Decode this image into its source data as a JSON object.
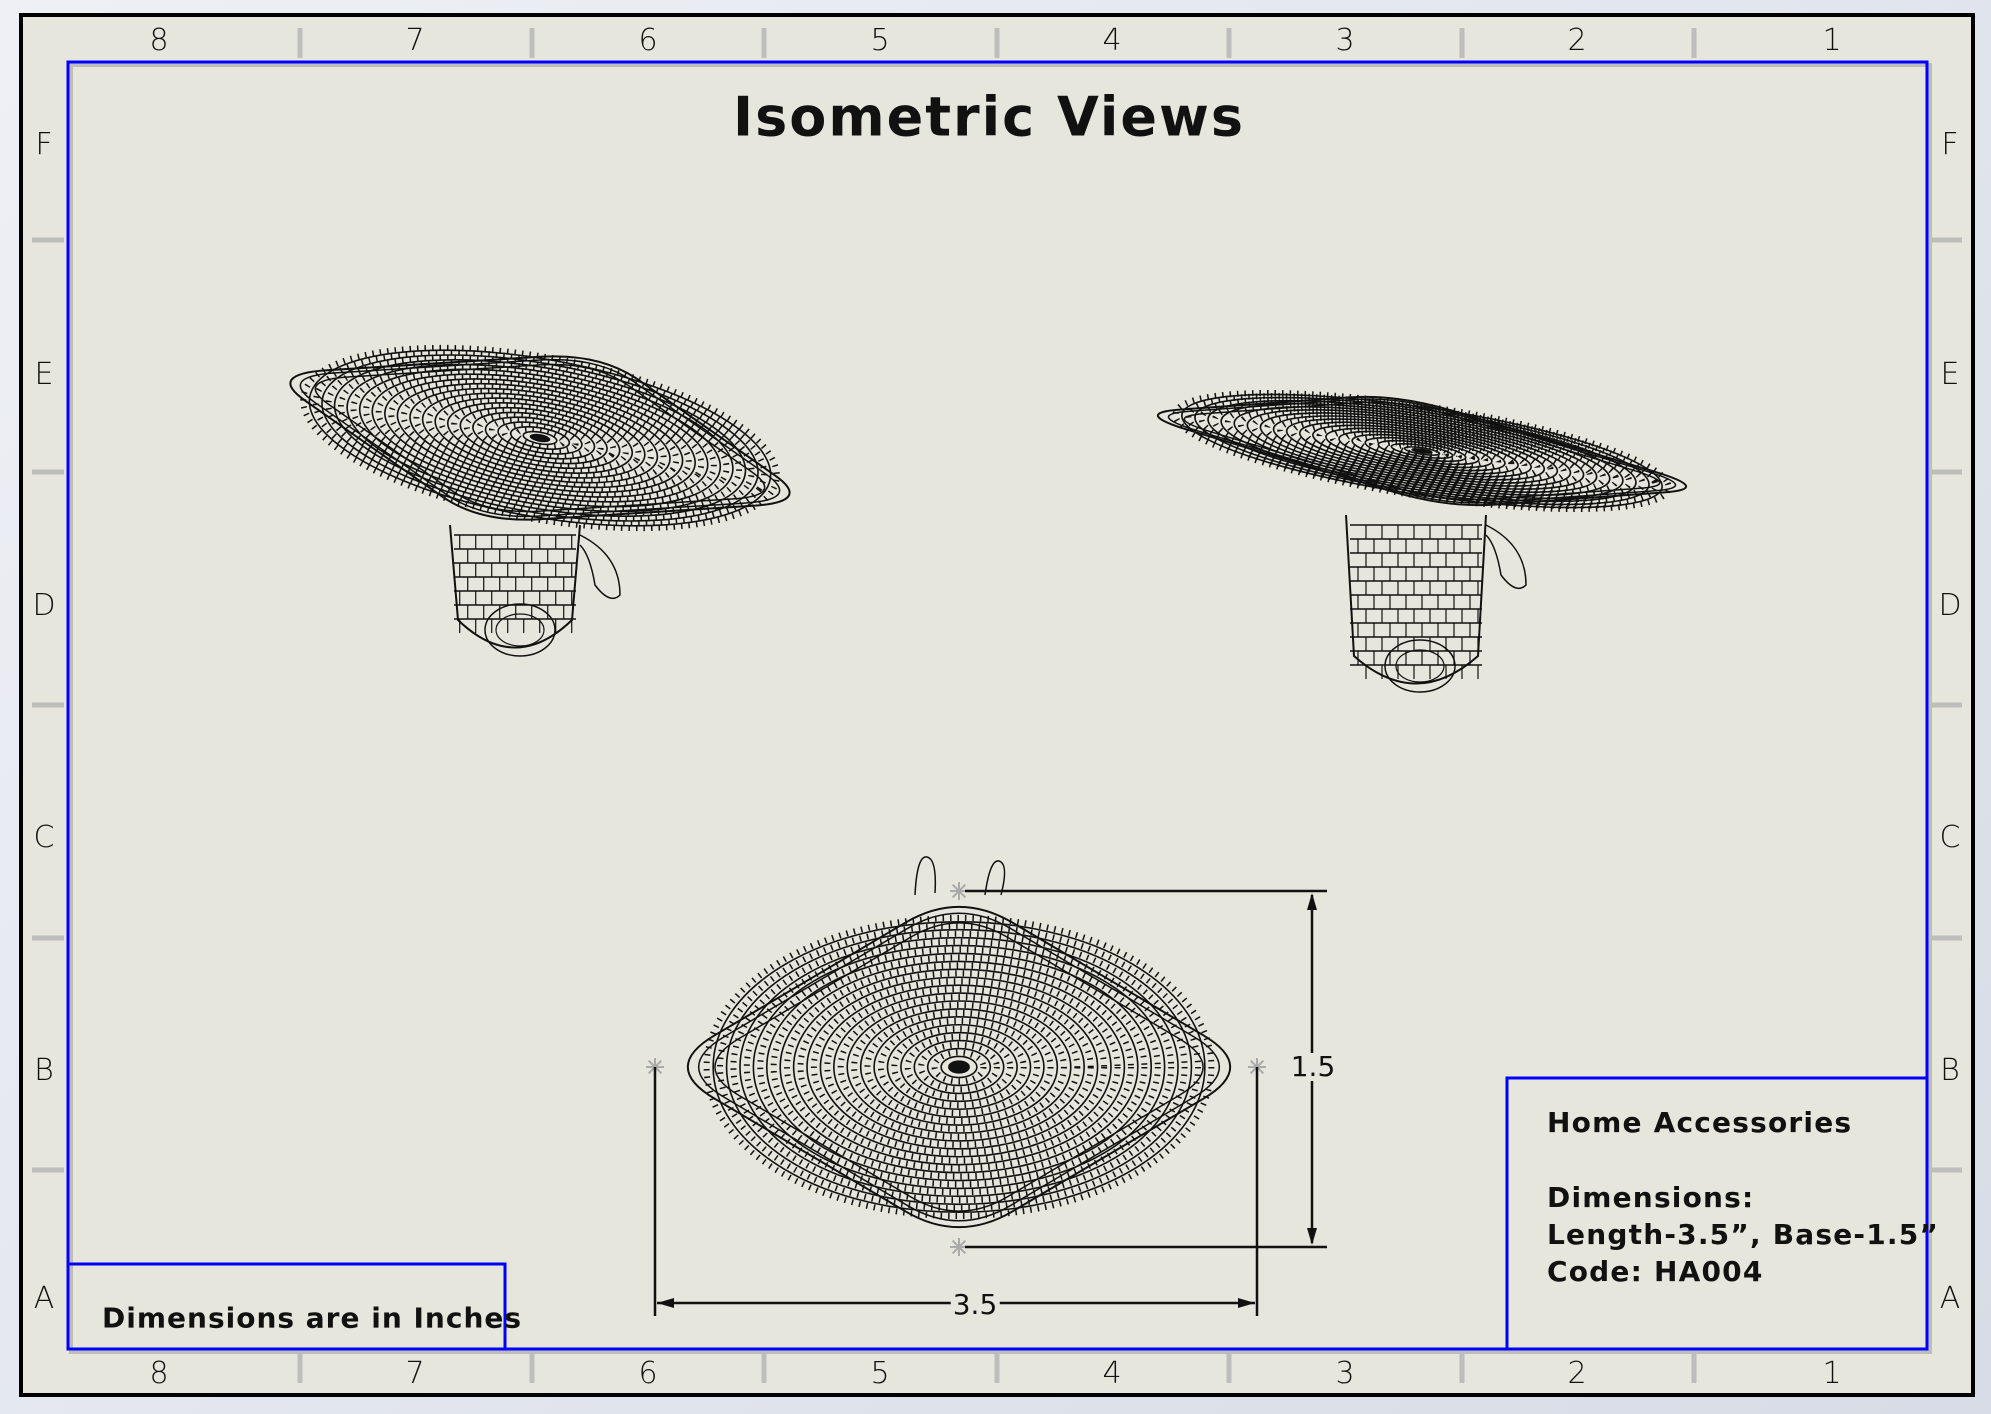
{
  "sheet": {
    "title": "Isometric Views",
    "column_labels": [
      "8",
      "7",
      "6",
      "5",
      "4",
      "3",
      "2",
      "1"
    ],
    "row_labels": [
      "F",
      "E",
      "D",
      "C",
      "B",
      "A"
    ],
    "note": "Dimensions are in Inches"
  },
  "title_block": {
    "product": "Home Accessories",
    "dimensions_label": "Dimensions:",
    "dimensions_value": "Length-3.5”, Base-1.5”",
    "code": "Code: HA004"
  },
  "dimensions": {
    "length": "3.5",
    "base": "1.5"
  },
  "views": [
    "isometric-view-1",
    "isometric-view-2",
    "top-view"
  ],
  "colors": {
    "sheet": "#e6e6dc",
    "border_blue": "#0000ff",
    "zone_tick": "#bdbdbd",
    "line": "#111111"
  }
}
